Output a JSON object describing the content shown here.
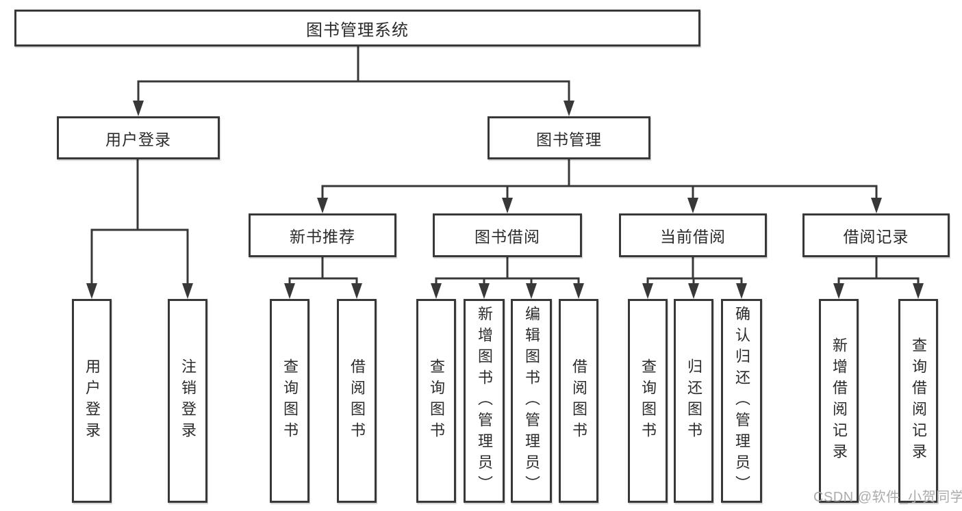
{
  "diagram_type": "hierarchy-tree",
  "colors": {
    "line": "#383838",
    "text": "#2b2b2b",
    "node_background": "#ffffff",
    "watermark": "#ababab",
    "background": "#ffffff"
  },
  "tree": {
    "label": "图书管理系统",
    "children": [
      {
        "label": "用户登录",
        "children": [
          {
            "label": "用户登录"
          },
          {
            "label": "注销登录"
          }
        ]
      },
      {
        "label": "图书管理",
        "children": [
          {
            "label": "新书推荐",
            "children": [
              {
                "label": "查询图书"
              },
              {
                "label": "借阅图书"
              }
            ]
          },
          {
            "label": "图书借阅",
            "children": [
              {
                "label": "查询图书"
              },
              {
                "label": "新增图书（管理员）"
              },
              {
                "label": "编辑图书（管理员）"
              },
              {
                "label": "借阅图书"
              }
            ]
          },
          {
            "label": "当前借阅",
            "children": [
              {
                "label": "查询图书"
              },
              {
                "label": "归还图书"
              },
              {
                "label": "确认归还（管理员）"
              }
            ]
          },
          {
            "label": "借阅记录",
            "children": [
              {
                "label": "新增借阅记录"
              },
              {
                "label": "查询借阅记录"
              }
            ]
          }
        ]
      }
    ]
  },
  "watermark": {
    "text": "CSDN @软件_小贺同学"
  }
}
